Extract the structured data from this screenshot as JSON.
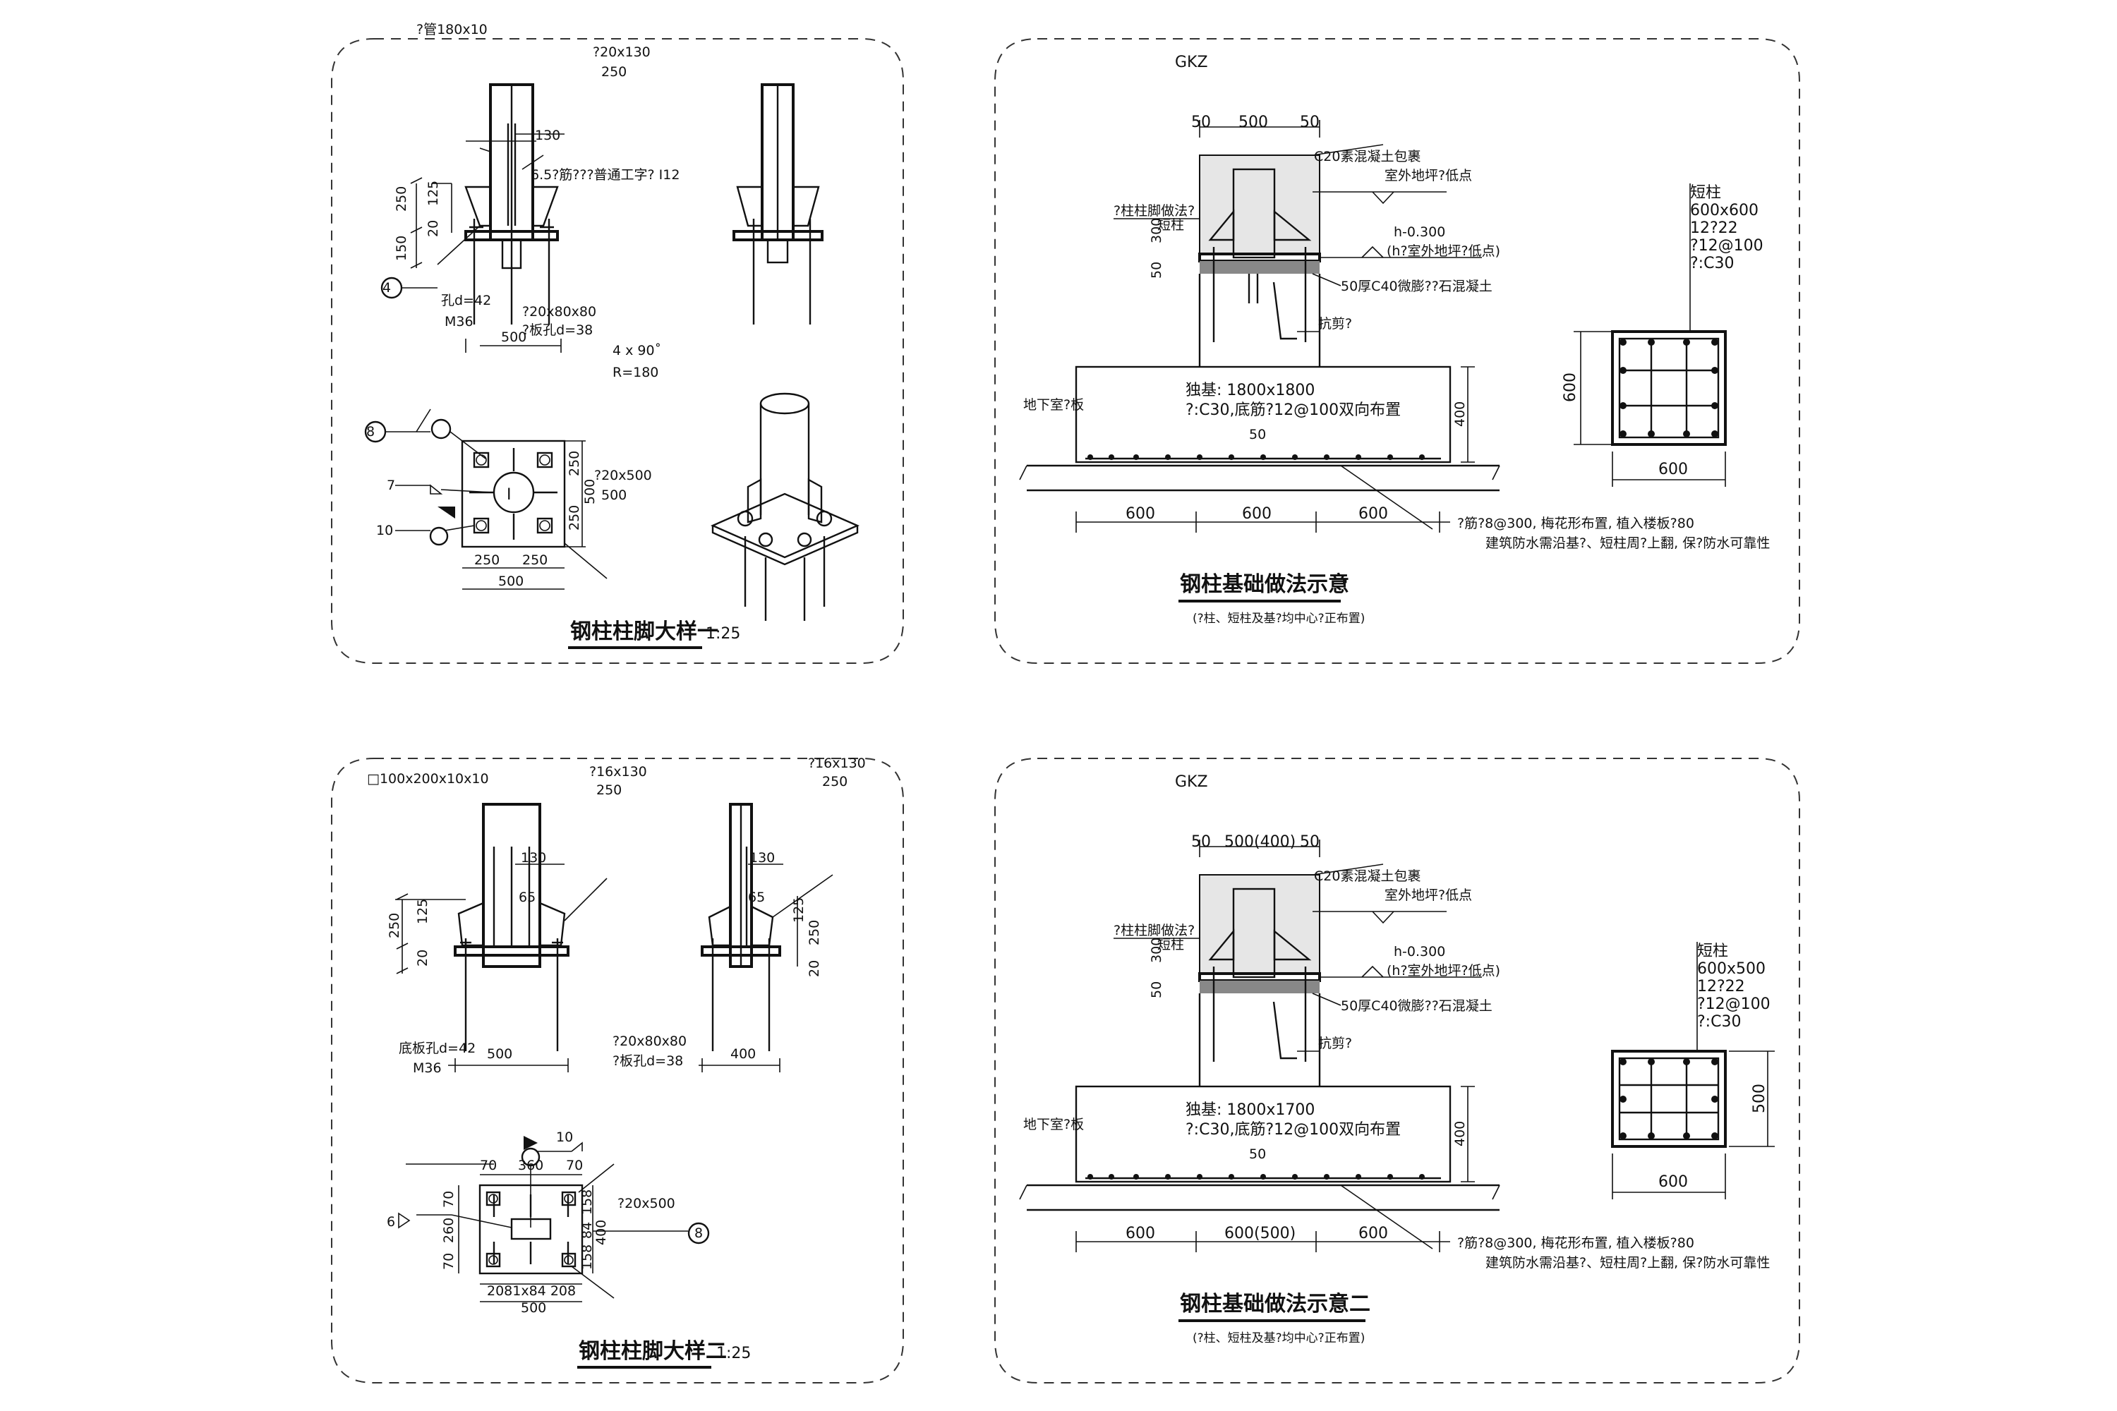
{
  "panel1": {
    "labels": {
      "pipe": "?管180x10",
      "plate_top": "?20x130",
      "plate_top_len": "250",
      "dim130": "130",
      "weld": "6.5?筋???普通工字? I12",
      "dim250": "250",
      "dim125": "125",
      "dim20": "20",
      "dim150": "150",
      "hole": "孔d=42",
      "bolt": "M36",
      "plate_base": "?20x80x80",
      "plate_hole": "?板孔d=38",
      "dim500": "500",
      "hook": "4 x 90˚",
      "radius": "R=180",
      "callout4": "4",
      "callout8": "8",
      "callout7": "7",
      "callout10": "10",
      "plan_plate": "?20x500",
      "plan_plate_len": "500",
      "plan250a": "250",
      "plan250b": "250",
      "plan250v1": "250",
      "plan250v2": "250",
      "plan500v": "500",
      "plan500": "500"
    },
    "title": "钢柱柱脚大样一",
    "scale": "1:25"
  },
  "panel2": {
    "labels": {
      "col": "GKZ",
      "d50a": "50",
      "d500": "500",
      "d50b": "50",
      "wrap": "C20素混凝土包裹",
      "outdoor": "室外地坪?低点",
      "shortcol": "短柱",
      "footplate": "?柱柱脚做法?",
      "d300": "300",
      "d50c": "50",
      "elev": "h-0.300",
      "elev_note": "(h?室外地坪?低点)",
      "grout": "50厚C40微膨??石混凝土",
      "anti": "抗剪?",
      "found": "独基: 1800x1800",
      "found_spec": "?:C30,底筋?12@100双向布置",
      "basement": "地下室?板",
      "d50d": "50",
      "d400": "400",
      "b600a": "600",
      "b600b": "600",
      "b600c": "600",
      "bar": "?筋?8@300, 梅花形布置, 植入楼板?80",
      "wp": "建筑防水需沿基?、短柱周?上翻, 保?防水可靠性",
      "sec_title": "短柱",
      "sec_size": "600x600",
      "sec_main": "12?22",
      "sec_stir": "?12@100",
      "sec_conc": "?:C30",
      "sec_dimv": "600",
      "sec_dimh": "600"
    },
    "title": "钢柱基础做法示意",
    "title_suffix": "·",
    "subtitle": "(?柱、短柱及基?均中心?正布置)"
  },
  "panel3": {
    "labels": {
      "tube": "□100x200x10x10",
      "plate_top": "?16x130",
      "plate_top_len": "250",
      "plate_top2": "?16x130",
      "plate_top2_len": "250",
      "dim130": "130",
      "dim65": "65",
      "dim250": "250",
      "dim125": "125",
      "dim20": "20",
      "hole": "底板孔d=42",
      "bolt": "M36",
      "dim500": "500",
      "plate_base": "?20x80x80",
      "plate_hole": "?板孔d=38",
      "dim400": "400",
      "r130": "130",
      "r65": "65",
      "r125": "125",
      "r250": "250",
      "r20": "20",
      "callout10": "10",
      "callout6": "6",
      "callout8": "8",
      "p70a": "70",
      "p360": "360",
      "p70b": "70",
      "p70c": "70",
      "p260": "260",
      "p70d": "70",
      "p158a": "158",
      "p84": "84",
      "p158b": "158",
      "p400": "400",
      "plate": "?20x500",
      "p208": "2081x84 208",
      "p500": "500"
    },
    "title": "钢柱柱脚大样二",
    "scale": "1:25"
  },
  "panel4": {
    "labels": {
      "col": "GKZ",
      "d50a": "50",
      "d500": "500(400)",
      "d50b": "50",
      "wrap": "C20素混凝土包裹",
      "outdoor": "室外地坪?低点",
      "shortcol": "短柱",
      "footplate": "?柱柱脚做法?",
      "d300": "300",
      "d50c": "50",
      "elev": "h-0.300",
      "elev_note": "(h?室外地坪?低点)",
      "grout": "50厚C40微膨??石混凝土",
      "anti": "抗剪?",
      "found": "独基: 1800x1700",
      "found_spec": "?:C30,底筋?12@100双向布置",
      "basement": "地下室?板",
      "d50d": "50",
      "d400": "400",
      "b600a": "600",
      "b600b": "600(500)",
      "b600c": "600",
      "bar": "?筋?8@300, 梅花形布置, 植入楼板?80",
      "wp": "建筑防水需沿基?、短柱周?上翻, 保?防水可靠性",
      "sec_title": "短柱",
      "sec_size": "600x500",
      "sec_main": "12?22",
      "sec_stir": "?12@100",
      "sec_conc": "?:C30",
      "sec_dimv": "500",
      "sec_dimh": "600"
    },
    "title": "钢柱基础做法示意二",
    "subtitle": "(?柱、短柱及基?均中心?正布置)"
  }
}
